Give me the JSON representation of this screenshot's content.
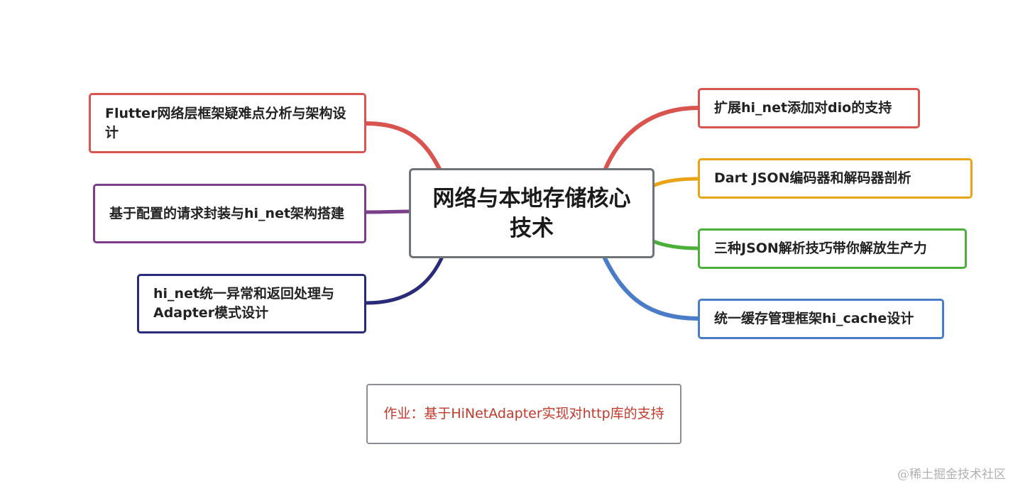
{
  "central": {
    "label": "网络与本地存储核心技术",
    "border_color": "#6e7378"
  },
  "left_topics": [
    {
      "label": "Flutter网络层框架疑难点分析与架构设计",
      "color": "#d9534f"
    },
    {
      "label": "基于配置的请求封装与hi_net架构搭建",
      "color": "#7a3e8a"
    },
    {
      "label": "hi_net统一异常和返回处理与Adapter模式设计",
      "color": "#2a2a7a"
    }
  ],
  "right_topics": [
    {
      "label": "扩展hi_net添加对dio的支持",
      "color": "#d9534f"
    },
    {
      "label": "Dart JSON编码器和解码器剖析",
      "color": "#e8a317"
    },
    {
      "label": "三种JSON解析技巧带你解放生产力",
      "color": "#4caf3a"
    },
    {
      "label": "统一缓存管理框架hi_cache设计",
      "color": "#4a7cc8"
    }
  ],
  "homework": {
    "label": "作业：基于HiNetAdapter实现对http库的支持",
    "text_color": "#c0392b"
  },
  "watermark": "@稀土掘金技术社区"
}
